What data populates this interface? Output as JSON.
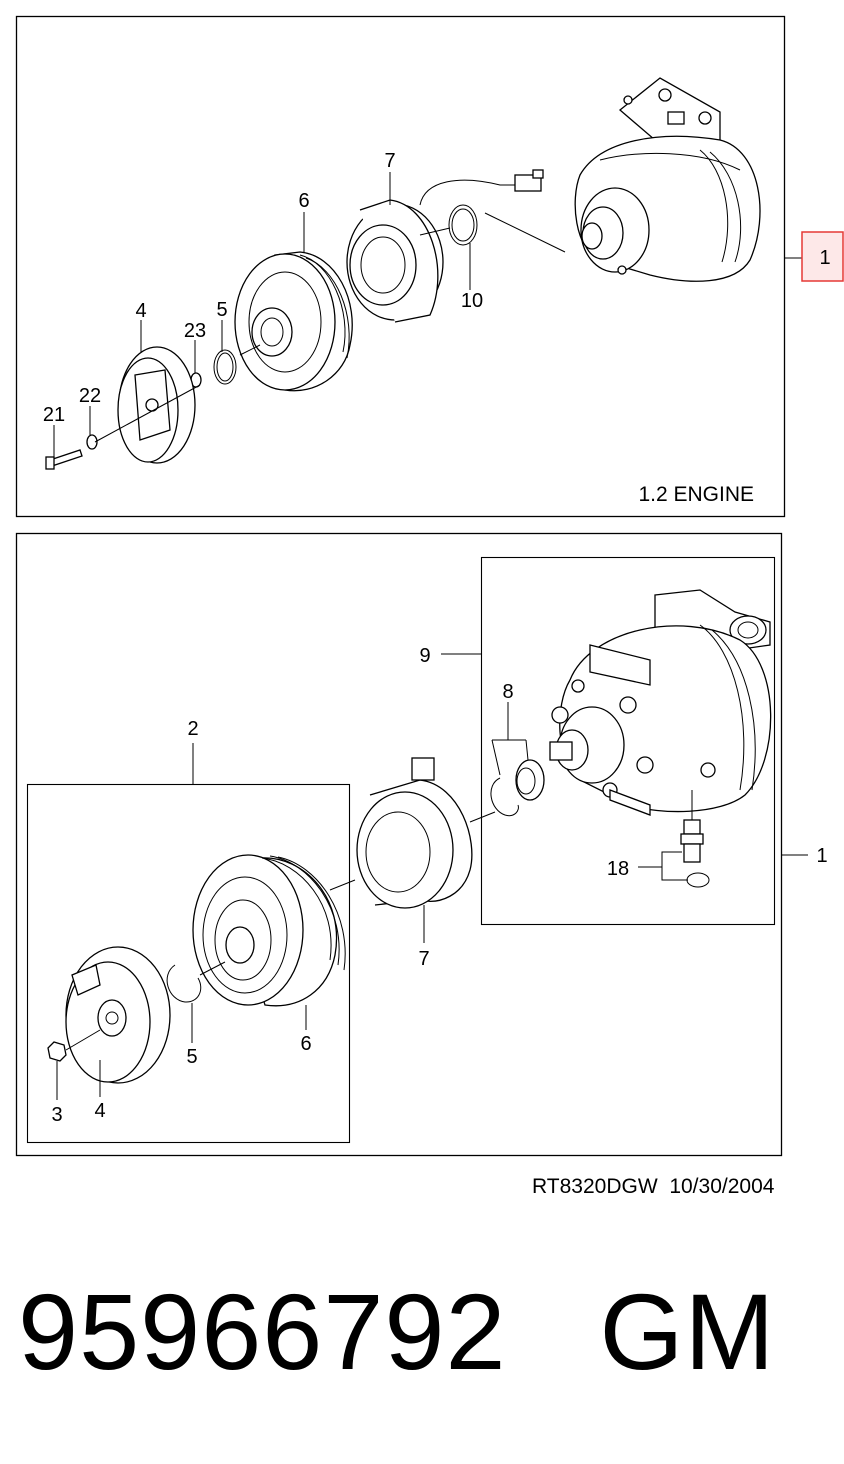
{
  "top_panel": {
    "caption": "1.2 ENGINE",
    "callouts": {
      "c1": "1",
      "c4": "4",
      "c5": "5",
      "c6": "6",
      "c7": "7",
      "c10": "10",
      "c21": "21",
      "c22": "22",
      "c23": "23"
    }
  },
  "bottom_panel": {
    "callouts": {
      "c1": "1",
      "c2": "2",
      "c3": "3",
      "c4": "4",
      "c5": "5",
      "c6": "6",
      "c7": "7",
      "c8": "8",
      "c9": "9",
      "c18": "18"
    }
  },
  "footer": {
    "drawing_code": "RT8320DGW",
    "date": "10/30/2004"
  },
  "part_number": {
    "number": "95966792",
    "brand": "GM"
  },
  "colors": {
    "highlight": "#e53935",
    "highlight_fill": "#fde8e8"
  }
}
